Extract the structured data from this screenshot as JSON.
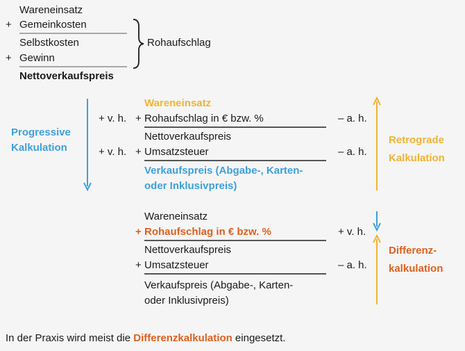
{
  "top": {
    "line1": "Wareneinsatz",
    "plus1": "+",
    "line2": "Gemeinkosten",
    "line3": "Selbstkosten",
    "plus2": "+",
    "line4": "Gewinn",
    "result": "Nettoverkaufspreis",
    "brace_label": "Rohaufschlag"
  },
  "progressive": {
    "label_line1": "Progressive",
    "label_line2": "Kalkulation",
    "vh1": "+ v. h.",
    "vh2": "+ v. h."
  },
  "retrograde": {
    "label_line1": "Retrograde",
    "label_line2": "Kalkulation",
    "ah1": "– a. h.",
    "ah2": "– a. h."
  },
  "middle": {
    "header": "Wareneinsatz",
    "plus1": "+",
    "row1": "Rohaufschlag in € bzw. %",
    "row2": "Nettoverkaufspreis",
    "plus2": "+",
    "row3": "Umsatzsteuer",
    "result_line1": "Verkaufspreis  (Abgabe-, Karten-",
    "result_line2": "oder Inklusivpreis)"
  },
  "differenz": {
    "row0": "Wareneinsatz",
    "plus1": "+",
    "row1": "Rohaufschlag in € bzw. %",
    "vh": "+ v. h.",
    "row2": "Nettoverkaufspreis",
    "plus2": "+",
    "row3": "Umsatzsteuer",
    "ah": "– a. h.",
    "result_line1": "Verkaufspreis  (Abgabe-, Karten-",
    "result_line2": "oder Inklusivpreis)",
    "label_line1": "Differenz-",
    "label_line2": "kalkulation"
  },
  "footer": {
    "prefix": "In der Praxis wird meist die ",
    "highlight": "Differenzkalkulation",
    "suffix": " eingesetzt."
  },
  "colors": {
    "blue": "#3ea0dc",
    "yellow": "#f1b434",
    "orange": "#e0601f",
    "gray_line": "#a8a8a8"
  }
}
